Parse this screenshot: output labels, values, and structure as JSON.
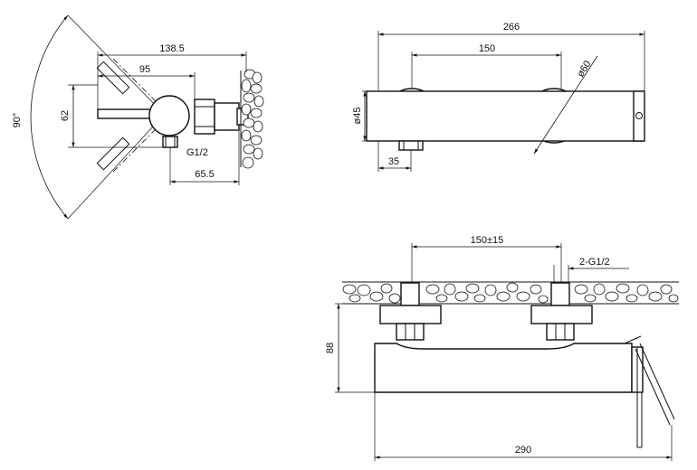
{
  "colors": {
    "line": "#111111",
    "background": "#ffffff"
  },
  "side_view": {
    "angle": "90°",
    "width_total": "138.5",
    "width_inner": "95",
    "height": "62",
    "thread": "G1/2",
    "depth": "65.5"
  },
  "top_view": {
    "length": "266",
    "spacing": "150",
    "handle_dia": "ø60",
    "body_dia": "ø45",
    "outlet_offset": "35"
  },
  "front_view": {
    "spacing": "150±15",
    "connections": "2-G1/2",
    "height": "88",
    "length": "290"
  }
}
